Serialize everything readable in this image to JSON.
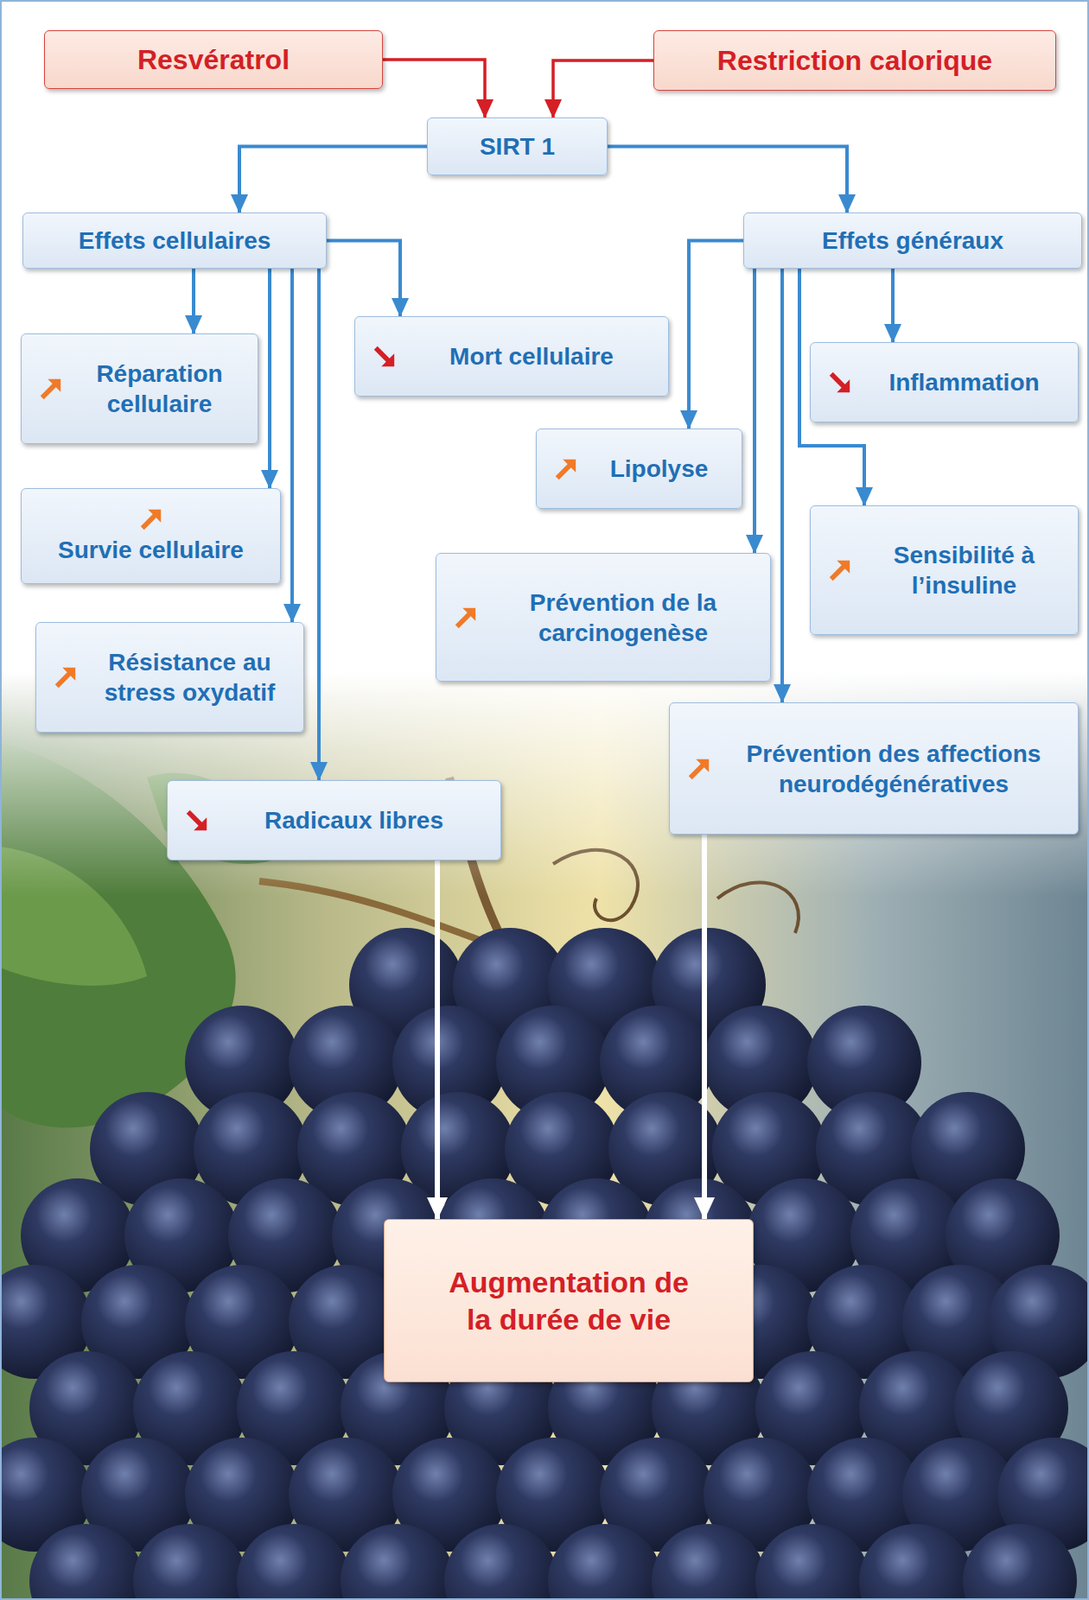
{
  "diagram": {
    "nodes": [
      {
        "text": [
          "Resvératrol"
        ]
      },
      {
        "text": [
          "Restriction calorique"
        ]
      },
      {
        "text": [
          "SIRT 1"
        ]
      },
      {
        "text": [
          "Effets cellulaires"
        ]
      },
      {
        "text": [
          "Effets généraux"
        ]
      },
      {
        "text": [
          "Réparation cellulaire"
        ]
      },
      {
        "text": [
          "Mort cellulaire"
        ]
      },
      {
        "text": [
          "Inflammation"
        ]
      },
      {
        "text": [
          "Lipolyse"
        ]
      },
      {
        "text": [
          "Survie cellulaire"
        ]
      },
      {
        "text": [
          "Sensibilité à l’insuline"
        ]
      },
      {
        "text": [
          "Prévention de la carcinogenèse"
        ]
      },
      {
        "text": [
          "Résistance au stress oxydatif"
        ]
      },
      {
        "text": [
          "Prévention des affections neurodégénératives"
        ]
      },
      {
        "text": [
          "Radicaux libres"
        ]
      },
      {
        "text": [
          "Augmentation de la durée de vie"
        ]
      }
    ],
    "edges": [
      {
        "from": 0,
        "to": 2,
        "arrow": "to"
      },
      {
        "from": 1,
        "to": 2,
        "arrow": "to"
      },
      {
        "from": 2,
        "to": 3,
        "arrow": "to"
      },
      {
        "from": 2,
        "to": 4,
        "arrow": "to"
      },
      {
        "from": 3,
        "to": 5,
        "arrow": "to"
      },
      {
        "from": 3,
        "to": 6,
        "arrow": "to"
      },
      {
        "from": 3,
        "to": 9,
        "arrow": "to"
      },
      {
        "from": 3,
        "to": 12,
        "arrow": "to"
      },
      {
        "from": 3,
        "to": 14,
        "arrow": "to"
      },
      {
        "from": 4,
        "to": 8,
        "arrow": "to"
      },
      {
        "from": 4,
        "to": 7,
        "arrow": "to"
      },
      {
        "from": 4,
        "to": 10,
        "arrow": "to"
      },
      {
        "from": 4,
        "to": 11,
        "arrow": "to"
      },
      {
        "from": 4,
        "to": 13,
        "arrow": "to"
      },
      {
        "from": 14,
        "to": 15,
        "arrow": "to"
      },
      {
        "from": 13,
        "to": 15,
        "arrow": "to"
      }
    ]
  }
}
